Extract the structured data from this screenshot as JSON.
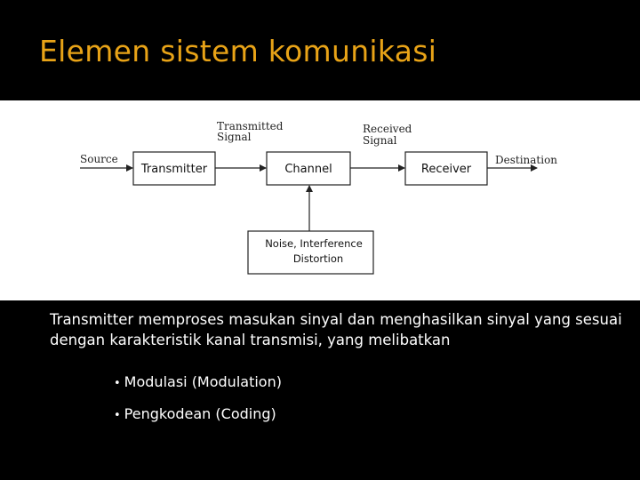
{
  "slide": {
    "title": "Elemen sistem komunikasi"
  },
  "diagram": {
    "blocks": {
      "transmitter": "Transmitter",
      "channel": "Channel",
      "receiver": "Receiver",
      "noise_line1": "Noise, Interference",
      "noise_line2": "Distortion"
    },
    "labels": {
      "source": "Source",
      "destination": "Destination",
      "transmitted_line1": "Transmitted",
      "transmitted_line2": "Signal",
      "received_line1": "Received",
      "received_line2": "Signal"
    }
  },
  "body": {
    "lead_word": "Transmitter",
    "text": " memproses masukan sinyal dan menghasilkan sinyal yang sesuai dengan karakteristik kanal transmisi, yang melibatkan",
    "bullets": [
      {
        "id": "Modulasi",
        "en": "(Modulation)"
      },
      {
        "id": "Pengkodean",
        "en": "(Coding)"
      }
    ]
  },
  "colors": {
    "title": "#e8a317",
    "background": "#000000",
    "diagram_background": "#ffffff",
    "text": "#ffffff"
  }
}
